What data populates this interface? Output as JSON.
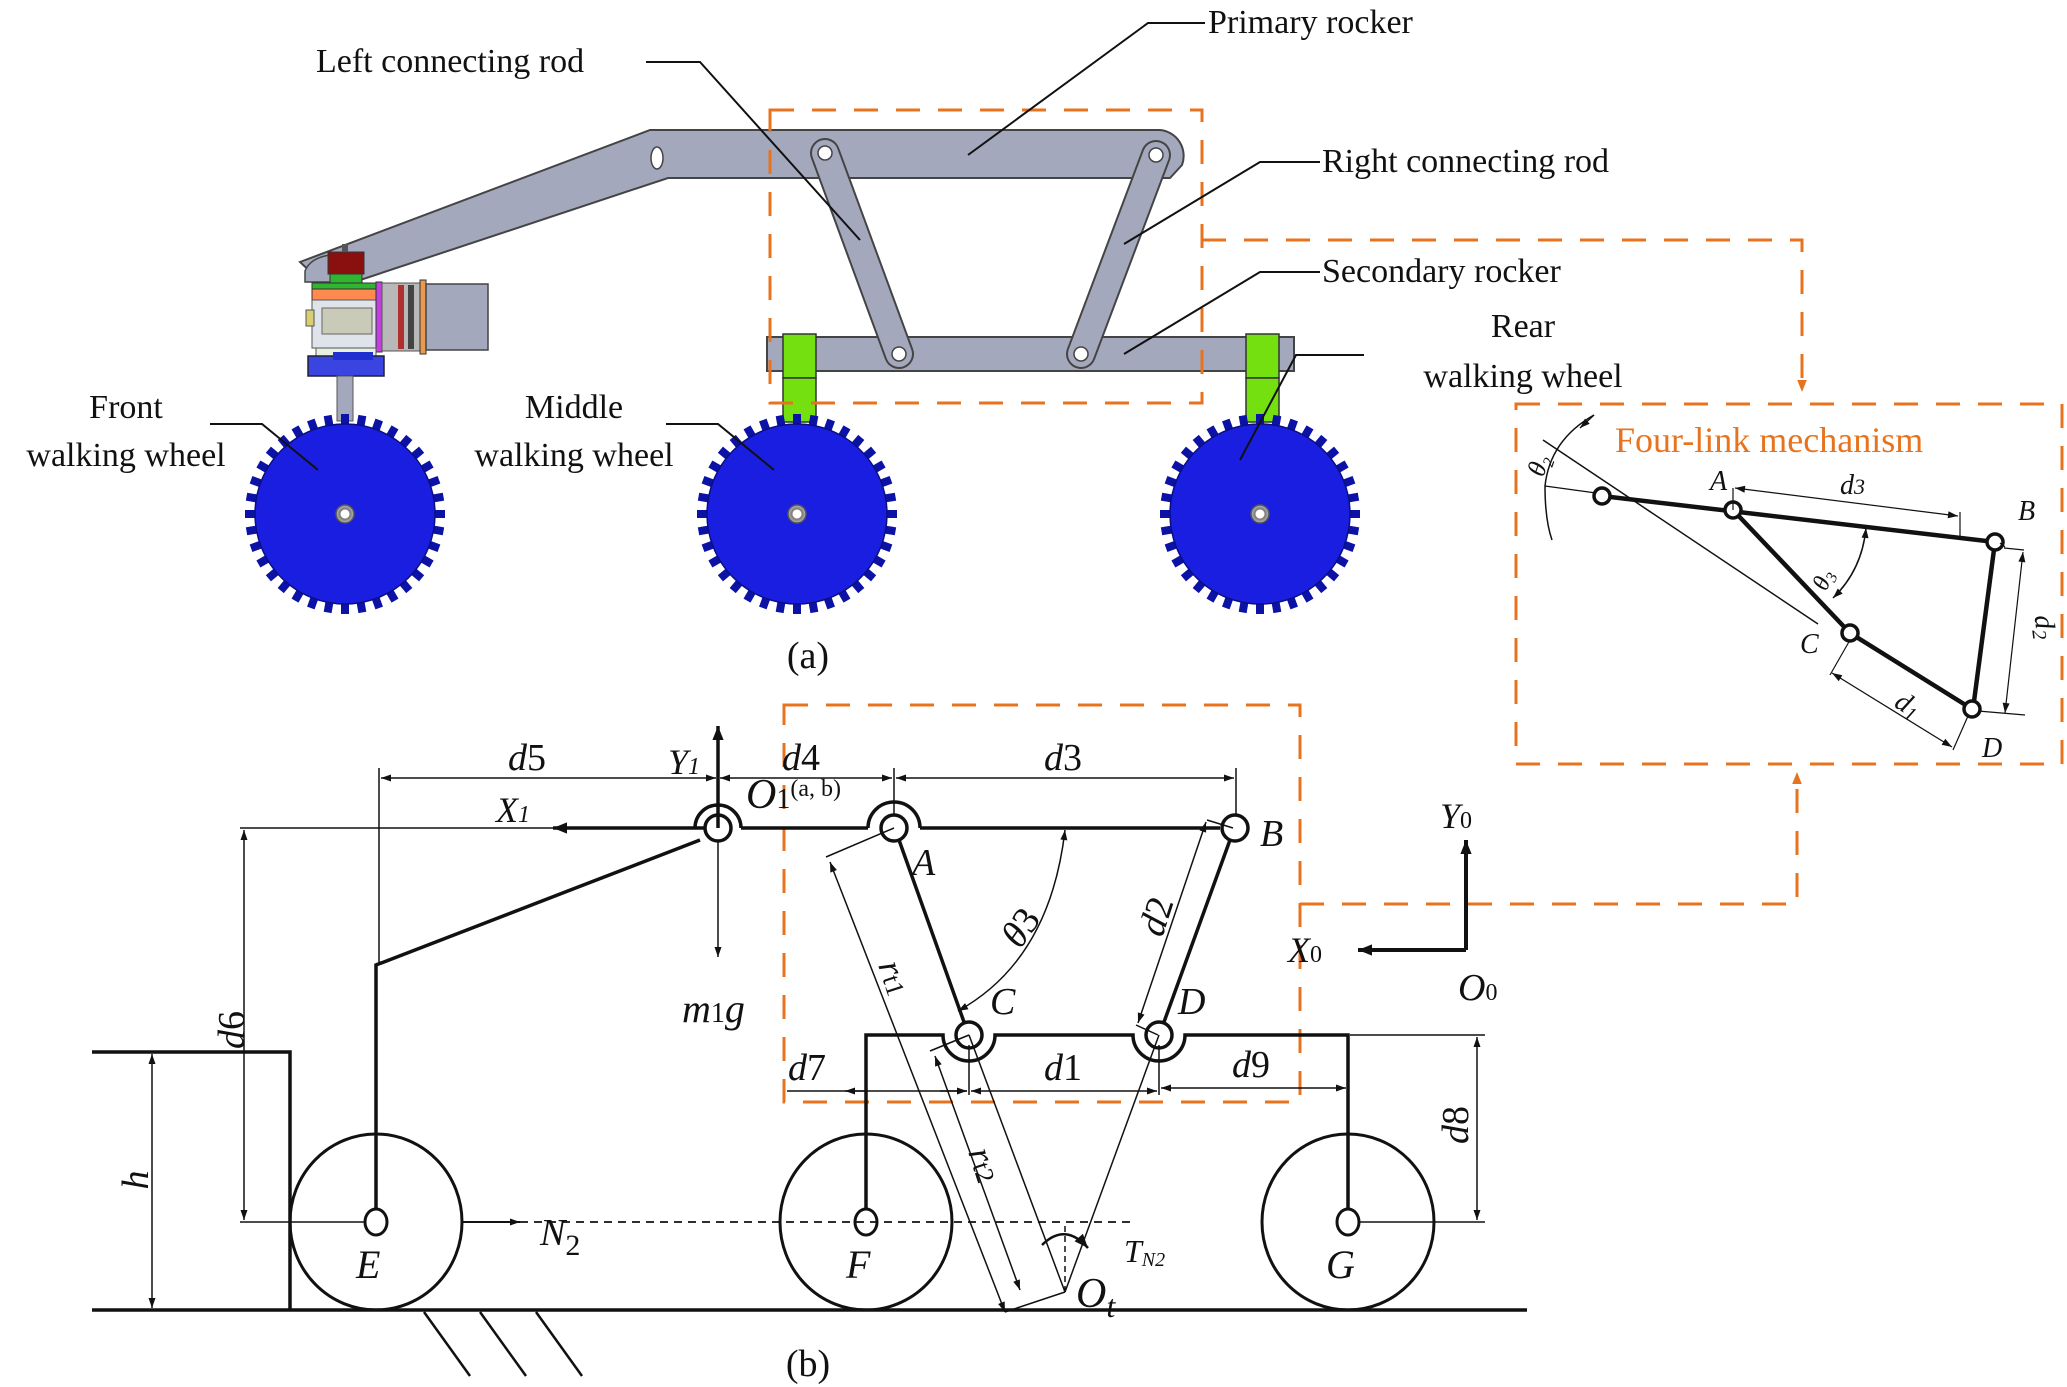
{
  "figure": {
    "panel_a_caption": "(a)",
    "panel_b_caption": "(b)",
    "colors": {
      "accent_orange": "#e8731e",
      "wheel_blue": "#1a1ee0",
      "wheel_teeth": "#0c12a6",
      "rocker_gray": "#a4a8bd",
      "bracket_green": "#74e010",
      "line": "#111111"
    }
  },
  "panel_a": {
    "callouts": {
      "primary_rocker": "Primary rocker",
      "left_connecting_rod": "Left connecting rod",
      "right_connecting_rod": "Right connecting rod",
      "secondary_rocker": "Secondary rocker",
      "rear_wheel_line1": "Rear",
      "rear_wheel_line2": "walking wheel",
      "front_wheel_line1": "Front",
      "front_wheel_line2": "walking wheel",
      "middle_wheel_line1": "Middle",
      "middle_wheel_line2": "walking wheel"
    }
  },
  "inset": {
    "title": "Four-link mechanism",
    "points": {
      "A": "A",
      "B": "B",
      "C": "C",
      "D": "D"
    },
    "dims": {
      "d1": "d",
      "d1_sub": "1",
      "d2": "d",
      "d2_sub": "2",
      "d3": "d",
      "d3_sub": "3"
    },
    "angles": {
      "theta2": "θ",
      "theta2_sub": "2",
      "theta3": "θ",
      "theta3_sub": "3"
    }
  },
  "panel_b": {
    "points": {
      "A": "A",
      "B": "B",
      "C": "C",
      "D": "D",
      "E": "E",
      "F": "F",
      "G": "G",
      "O1": "O",
      "O1_sub": "1",
      "O1_coords": "(a, b)",
      "Ot": "O",
      "Ot_sub": "t",
      "O0": "O",
      "O0_sub": "0"
    },
    "axes": {
      "X1": "X",
      "X1_sub": "1",
      "Y1": "Y",
      "Y1_sub": "1",
      "X0": "X",
      "X0_sub": "0",
      "Y0": "Y",
      "Y0_sub": "0"
    },
    "forces": {
      "m1g_m": "m",
      "m1g_sub": "1",
      "m1g_g": "g",
      "N2": "N",
      "N2_sub": "2",
      "TN2": "T",
      "TN2_sub": "N2"
    },
    "dims": {
      "d1": "d",
      "d1_sub": "1",
      "d2": "d",
      "d2_sub": "2",
      "d3": "d",
      "d3_sub": "3",
      "d4": "d",
      "d4_sub": "4",
      "d5": "d",
      "d5_sub": "5",
      "d6": "d",
      "d6_sub": "6",
      "d7": "d",
      "d7_sub": "7",
      "d8": "d",
      "d8_sub": "8",
      "d9": "d",
      "d9_sub": "9",
      "h": "h",
      "rt1": "r",
      "rt1_sub": "t1",
      "rt2": "r",
      "rt2_sub": "t2",
      "theta3": "θ",
      "theta3_sub": "3"
    }
  }
}
